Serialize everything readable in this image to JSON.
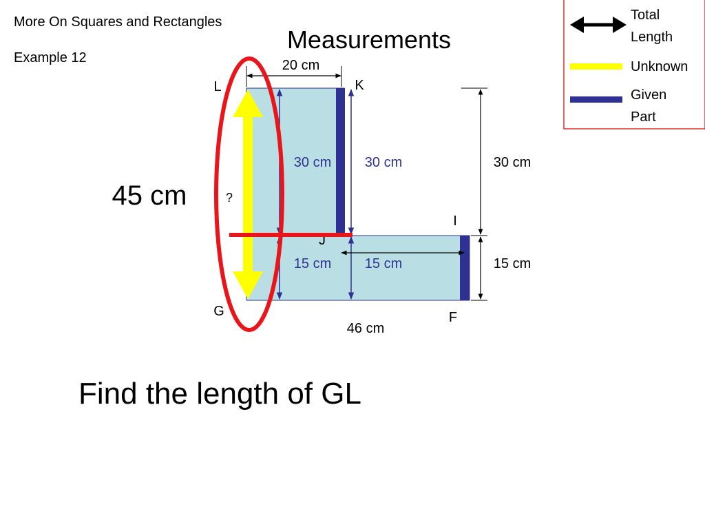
{
  "header": {
    "topic": "More On Squares and Rectangles",
    "example": "Example 12",
    "title": "Measurements"
  },
  "legend": {
    "items": [
      {
        "label": "Total Length",
        "lines": [
          "Total",
          "Length"
        ],
        "icon": "double-arrow-icon",
        "color": "#000000"
      },
      {
        "label": "Unknown",
        "lines": [
          "Unknown"
        ],
        "icon": "yellow-line-icon",
        "color": "#ffff00"
      },
      {
        "label": "Given Part",
        "lines": [
          "Given",
          "Part"
        ],
        "icon": "blue-line-icon",
        "color": "#2e3192"
      }
    ],
    "border_color": "#e03030"
  },
  "vertices": {
    "L": "L",
    "K": "K",
    "I": "I",
    "J": "J",
    "G": "G",
    "F": "F"
  },
  "measurements": {
    "top_width": "20 cm",
    "inner_left_upper": "30 cm",
    "inner_right_upper": "30 cm",
    "outer_right_upper": "30 cm",
    "inner_left_lower": "15 cm",
    "inner_right_lower": "15 cm",
    "outer_right_lower": "15 cm",
    "bottom_width": "46 cm",
    "unknown": "?",
    "answer": "45 cm"
  },
  "colors": {
    "shape_fill": "#b9dfe4",
    "given": "#2e3192",
    "unknown": "#ffff00",
    "highlight": "#e8151b"
  },
  "question": "Find the length of GL"
}
